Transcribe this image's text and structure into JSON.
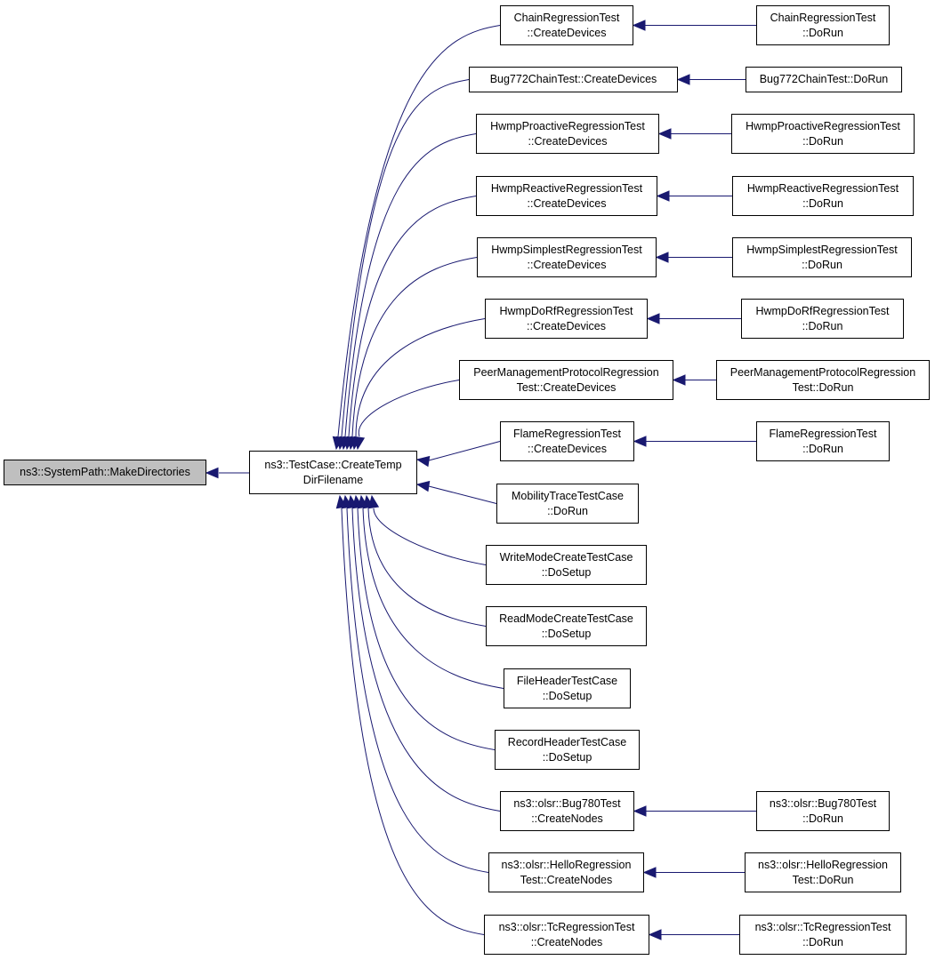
{
  "diagram": {
    "focus": {
      "line1": "ns3::SystemPath::MakeDirectories",
      "line2": ""
    },
    "hub": {
      "line1": "ns3::TestCase::CreateTemp",
      "line2": "DirFilename"
    },
    "callers": [
      {
        "line1": "ChainRegressionTest",
        "line2": "::CreateDevices",
        "next": {
          "line1": "ChainRegressionTest",
          "line2": "::DoRun"
        }
      },
      {
        "line1": "Bug772ChainTest::CreateDevices",
        "line2": "",
        "next": {
          "line1": "Bug772ChainTest::DoRun",
          "line2": ""
        }
      },
      {
        "line1": "HwmpProactiveRegressionTest",
        "line2": "::CreateDevices",
        "next": {
          "line1": "HwmpProactiveRegressionTest",
          "line2": "::DoRun"
        }
      },
      {
        "line1": "HwmpReactiveRegressionTest",
        "line2": "::CreateDevices",
        "next": {
          "line1": "HwmpReactiveRegressionTest",
          "line2": "::DoRun"
        }
      },
      {
        "line1": "HwmpSimplestRegressionTest",
        "line2": "::CreateDevices",
        "next": {
          "line1": "HwmpSimplestRegressionTest",
          "line2": "::DoRun"
        }
      },
      {
        "line1": "HwmpDoRfRegressionTest",
        "line2": "::CreateDevices",
        "next": {
          "line1": "HwmpDoRfRegressionTest",
          "line2": "::DoRun"
        }
      },
      {
        "line1": "PeerManagementProtocolRegression",
        "line2": "Test::CreateDevices",
        "next": {
          "line1": "PeerManagementProtocolRegression",
          "line2": "Test::DoRun"
        }
      },
      {
        "line1": "FlameRegressionTest",
        "line2": "::CreateDevices",
        "next": {
          "line1": "FlameRegressionTest",
          "line2": "::DoRun"
        }
      },
      {
        "line1": "MobilityTraceTestCase",
        "line2": "::DoRun",
        "next": null
      },
      {
        "line1": "WriteModeCreateTestCase",
        "line2": "::DoSetup",
        "next": null
      },
      {
        "line1": "ReadModeCreateTestCase",
        "line2": "::DoSetup",
        "next": null
      },
      {
        "line1": "FileHeaderTestCase",
        "line2": "::DoSetup",
        "next": null
      },
      {
        "line1": "RecordHeaderTestCase",
        "line2": "::DoSetup",
        "next": null
      },
      {
        "line1": "ns3::olsr::Bug780Test",
        "line2": "::CreateNodes",
        "next": {
          "line1": "ns3::olsr::Bug780Test",
          "line2": "::DoRun"
        }
      },
      {
        "line1": "ns3::olsr::HelloRegression",
        "line2": "Test::CreateNodes",
        "next": {
          "line1": "ns3::olsr::HelloRegression",
          "line2": "Test::DoRun"
        }
      },
      {
        "line1": "ns3::olsr::TcRegressionTest",
        "line2": "::CreateNodes",
        "next": {
          "line1": "ns3::olsr::TcRegressionTest",
          "line2": "::DoRun"
        }
      }
    ],
    "colors": {
      "edge": "#191970",
      "focus_fill": "#bfbfbf",
      "node_fill": "#ffffff",
      "border": "#000000"
    }
  }
}
